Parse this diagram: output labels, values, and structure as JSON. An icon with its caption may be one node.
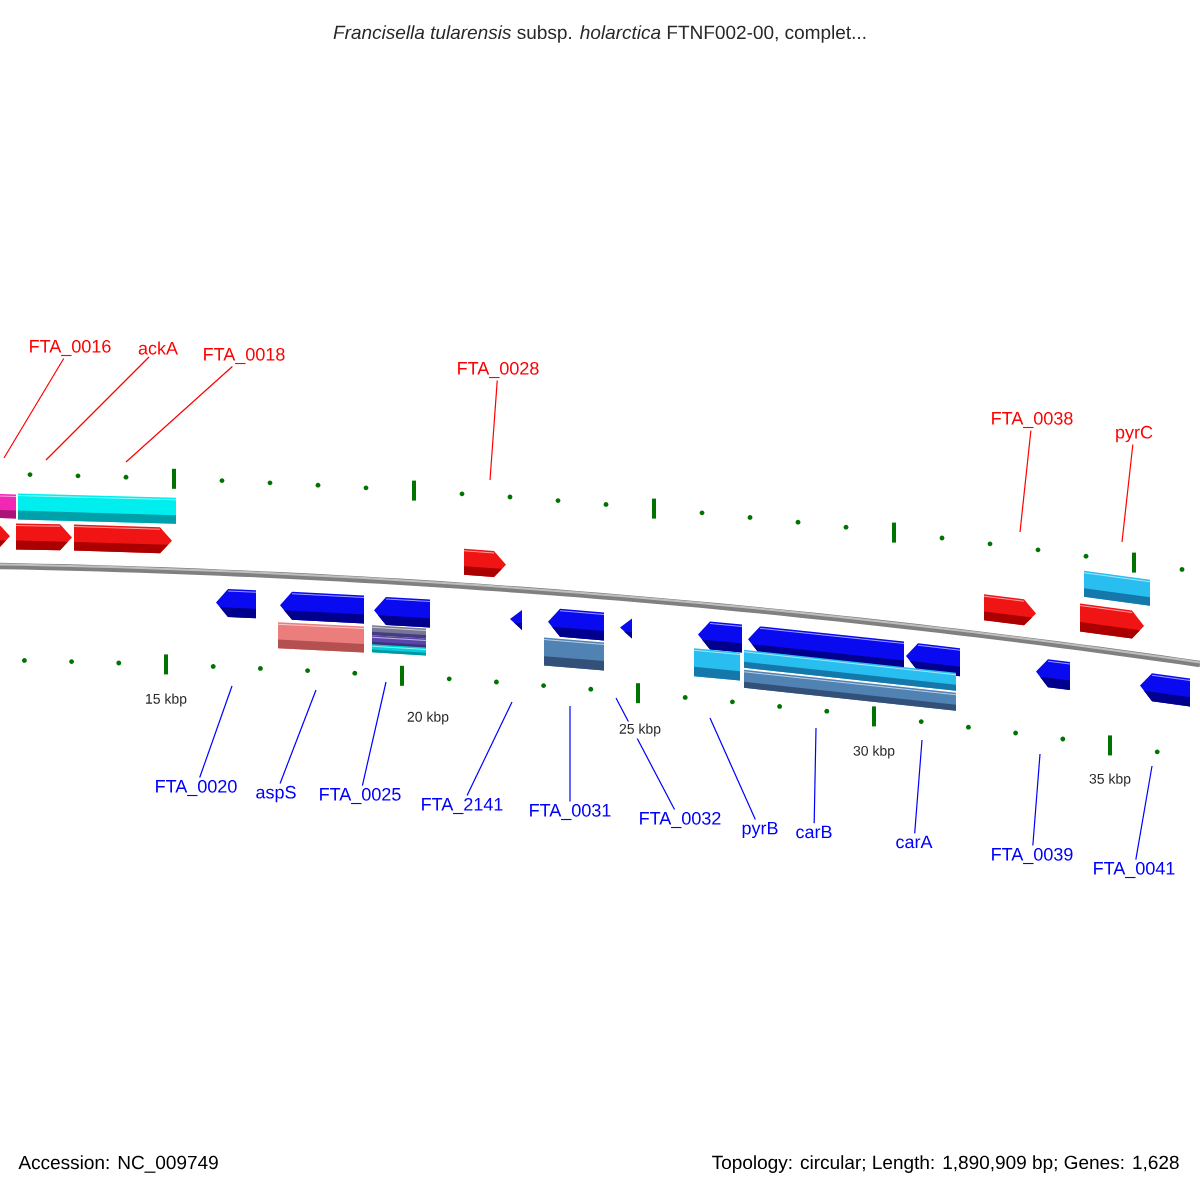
{
  "diagram": {
    "title": "*Francisella tularensis* subsp. *holarctica* FTNF002-00, complet...",
    "nodes": [
      {
        "text": [
          "FTA_0016"
        ]
      },
      {
        "text": [
          "ackA"
        ]
      },
      {
        "text": [
          "FTA_0018"
        ]
      },
      {
        "text": [
          "FTA_0028"
        ]
      },
      {
        "text": [
          "FTA_0038"
        ]
      },
      {
        "text": [
          "pyrC"
        ]
      },
      {
        "text": [
          "FTA_0020"
        ]
      },
      {
        "text": [
          "aspS"
        ]
      },
      {
        "text": [
          "FTA_0025"
        ]
      },
      {
        "text": [
          "FTA_2141"
        ]
      },
      {
        "text": [
          "FTA_0031"
        ]
      },
      {
        "text": [
          "FTA_0032"
        ]
      },
      {
        "text": [
          "pyrB"
        ]
      },
      {
        "text": [
          "carB"
        ]
      },
      {
        "text": [
          "carA"
        ]
      },
      {
        "text": [
          "FTA_0039"
        ]
      },
      {
        "text": [
          "FTA_0041"
        ]
      }
    ],
    "edges": [
      {
        "from": 0,
        "to": null,
        "arrow": "none",
        "color": "#ff0000"
      },
      {
        "from": 1,
        "to": null,
        "arrow": "none",
        "color": "#ff0000"
      },
      {
        "from": 2,
        "to": null,
        "arrow": "none",
        "color": "#ff0000"
      },
      {
        "from": 3,
        "to": null,
        "arrow": "none",
        "color": "#ff0000"
      },
      {
        "from": 4,
        "to": null,
        "arrow": "none",
        "color": "#ff0000"
      },
      {
        "from": 5,
        "to": null,
        "arrow": "none",
        "color": "#ff0000"
      },
      {
        "from": 6,
        "to": null,
        "arrow": "none"
      },
      {
        "from": 7,
        "to": null,
        "arrow": "none"
      },
      {
        "from": 8,
        "to": null,
        "arrow": "none"
      },
      {
        "from": 9,
        "to": null,
        "arrow": "none"
      },
      {
        "from": 10,
        "to": null,
        "arrow": "none"
      },
      {
        "from": 11,
        "to": null,
        "arrow": "none"
      },
      {
        "from": 12,
        "to": null,
        "arrow": "none"
      },
      {
        "from": 13,
        "to": null,
        "arrow": "none"
      },
      {
        "from": 14,
        "to": null,
        "arrow": "none"
      },
      {
        "from": 15,
        "to": null,
        "arrow": "none"
      },
      {
        "from": 16,
        "to": null,
        "arrow": "none"
      }
    ],
    "labels": [
      "15 kbp",
      "20 kbp",
      "25 kbp",
      "30 kbp",
      "35 kbp",
      "Accession: NC_009749",
      "Topology: circular; Length: 1,890,909 bp; Genes: 1,628"
    ]
  }
}
